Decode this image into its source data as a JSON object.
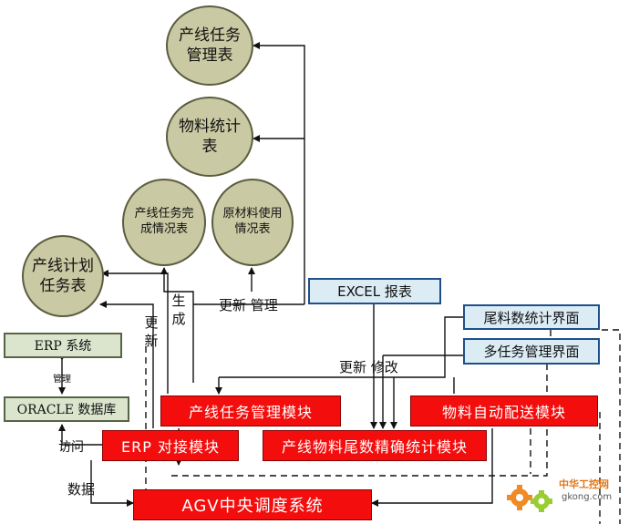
{
  "circles": {
    "task_table": "产线任务\n管理表",
    "material_stats": "物料统计\n表",
    "completion": "产线任务完\n成情况表",
    "raw_usage": "原材料使用\n情况表",
    "plan_table": "产线计划\n任务表"
  },
  "boxes": {
    "excel": "EXCEL 报表",
    "tail_ui": "尾料数统计界面",
    "multitask_ui": "多任务管理界面",
    "erp_system": "ERP 系统",
    "oracle": "ORACLE 数据库",
    "task_module": "产线任务管理模块",
    "delivery_module": "物料自动配送模块",
    "erp_module": "ERP 对接模块",
    "tail_module": "产线物料尾数精确统计模块",
    "agv": "AGV中央调度系统"
  },
  "labels": {
    "update_manage": "更新 管理",
    "update_modify": "更新 修改",
    "update_v": "更新",
    "generate_v": "生成",
    "manage": "管理",
    "access": "访问",
    "data": "数据"
  },
  "watermark": {
    "text": "中华工控网",
    "url": "gkong.com"
  },
  "colors": {
    "circle_fill": "#c9c9a3",
    "module_red": "#f40d0d",
    "ui_blue": "#dcecf5",
    "system_green": "#dbe5cd"
  }
}
